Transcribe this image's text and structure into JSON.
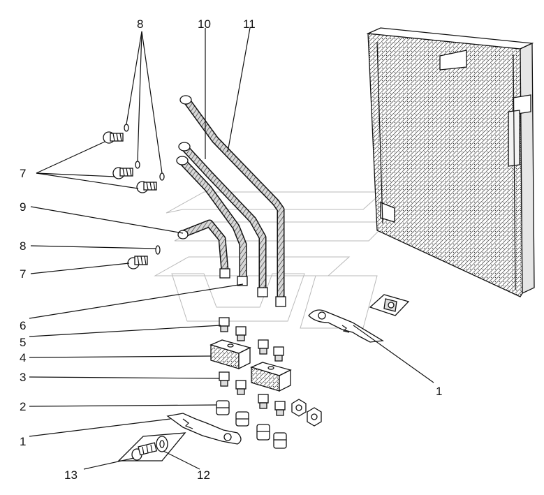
{
  "callouts": {
    "n1_bottom": "1",
    "n1_right": "1",
    "n2": "2",
    "n3": "3",
    "n4": "4",
    "n5": "5",
    "n6": "6",
    "n7_top": "7",
    "n7_mid": "7",
    "n8_top": "8",
    "n8_mid": "8",
    "n9": "9",
    "n10": "10",
    "n11": "11",
    "n12": "12",
    "n13": "13"
  },
  "colors": {
    "ink": "#111111",
    "watermark": "#b9b9b9",
    "radiator_fill": "#cfcfcf"
  }
}
